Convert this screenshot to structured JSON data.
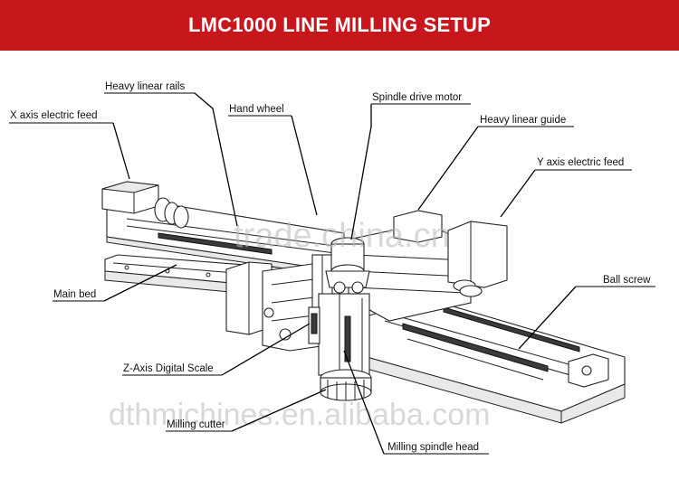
{
  "header": {
    "title": "LMC1000 LINE MILLING SETUP"
  },
  "colors": {
    "header_bg": "#c8161d",
    "header_text": "#ffffff"
  },
  "labels": {
    "heavy_linear_rails": "Heavy linear rails",
    "x_axis_electric_feed": "X axis electric feed",
    "hand_wheel": "Hand wheel",
    "spindle_drive_motor": "Spindle drive motor",
    "heavy_linear_guide": "Heavy linear guide",
    "y_axis_electric_feed": "Y axis electric feed",
    "main_bed": "Main bed",
    "ball_screw": "Ball screw",
    "z_axis_digital_scale": "Z-Axis Digital Scale",
    "milling_cutter": "Milling cutter",
    "milling_spindle_head": "Milling spindle head"
  },
  "watermarks": {
    "trade": "trade.china.cn",
    "site": "dthmichines.en.alibaba.com"
  }
}
